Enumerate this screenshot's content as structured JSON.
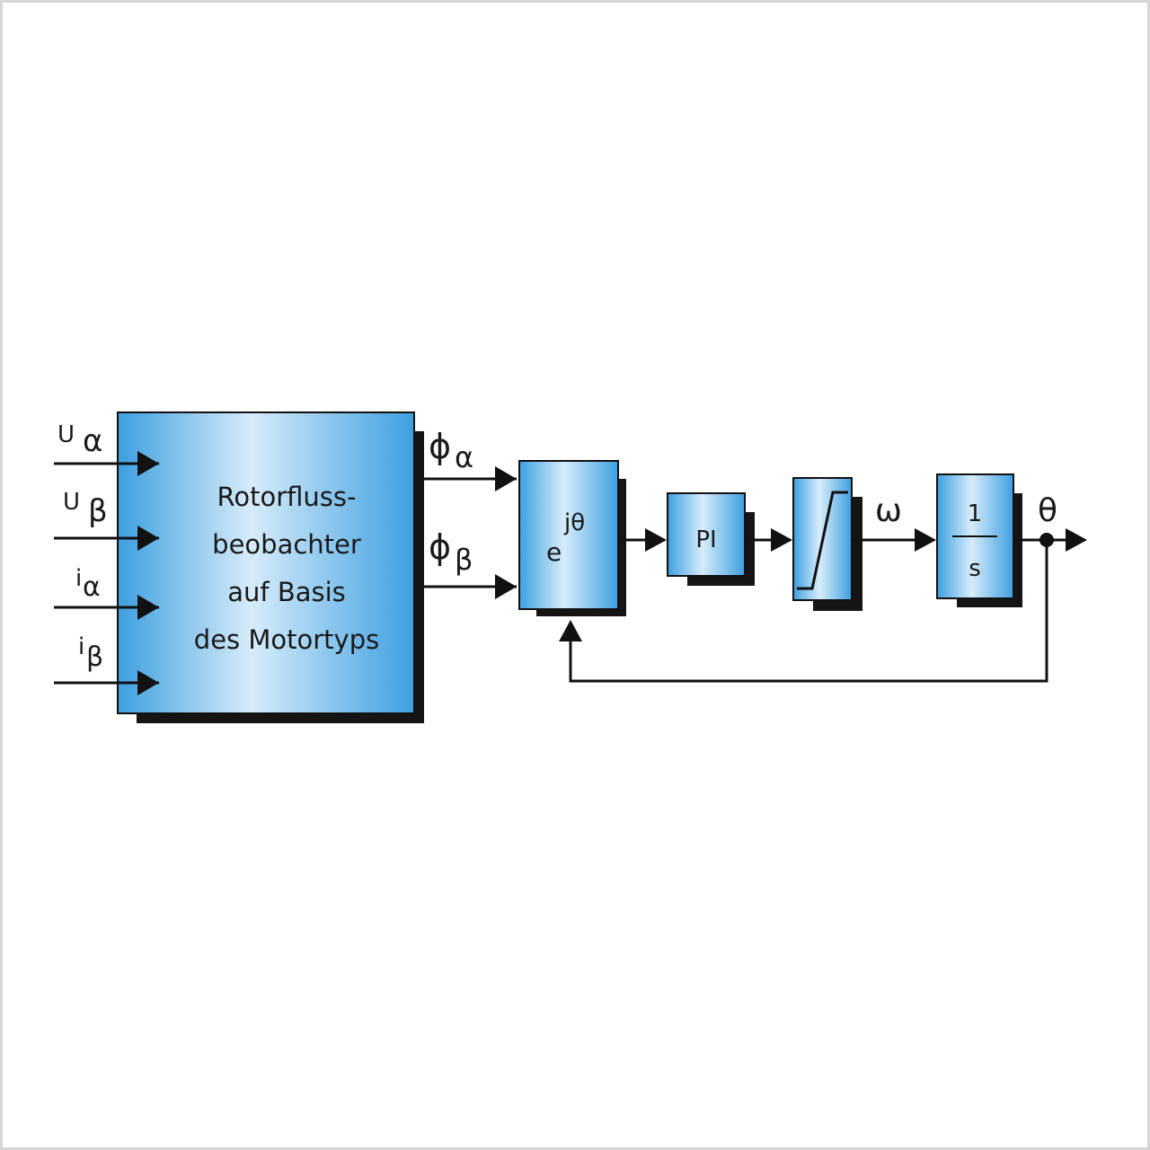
{
  "observer_block": {
    "lines": [
      "Rotorfluss-",
      "beobachter",
      "auf Basis",
      "des Motortyps"
    ]
  },
  "inputs": {
    "u_alpha": {
      "main": "U",
      "sub": "α"
    },
    "u_beta": {
      "main": "U",
      "sub": "β"
    },
    "i_alpha": {
      "main": "i",
      "sub": "α"
    },
    "i_beta": {
      "main": "i",
      "sub": "β"
    }
  },
  "flux_outputs": {
    "phi_alpha": {
      "main": "ϕ",
      "sub": "α"
    },
    "phi_beta": {
      "main": "ϕ",
      "sub": "β"
    }
  },
  "exp_block": {
    "base": "e",
    "exponent": "jθ"
  },
  "pi_block": {
    "label": "PI"
  },
  "omega_label": "ω",
  "integrator_block": {
    "numerator": "1",
    "denominator": "s"
  },
  "theta_label": "θ",
  "colors": {
    "block_light": "#d7ecfa",
    "block_dark": "#3d9fe0",
    "shadow": "#151515",
    "line": "#111111"
  }
}
